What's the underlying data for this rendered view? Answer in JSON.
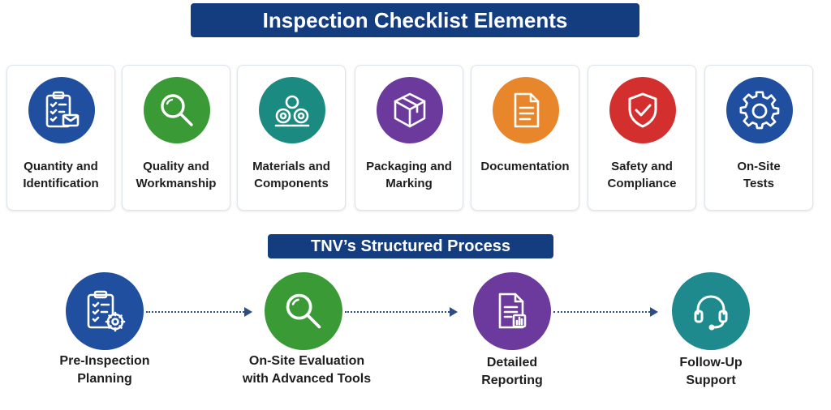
{
  "title": "Inspection Checklist Elements",
  "process_title": "TNV’s Structured Process",
  "checklist": [
    {
      "line1": "Quantity and",
      "line2": "Identification",
      "icon": "clipboard-mail-icon",
      "color": "#1f4f9e"
    },
    {
      "line1": "Quality and",
      "line2": "Workmanship",
      "icon": "magnifier-icon",
      "color": "#3a9b36"
    },
    {
      "line1": "Materials and",
      "line2": "Components",
      "icon": "materials-icon",
      "color": "#1b8a80"
    },
    {
      "line1": "Packaging and",
      "line2": "Marking",
      "icon": "box-icon",
      "color": "#6b3a9c"
    },
    {
      "line1": "Documentation",
      "line2": "",
      "icon": "document-icon",
      "color": "#e8862c"
    },
    {
      "line1": "Safety and",
      "line2": "Compliance",
      "icon": "shield-icon",
      "color": "#d32f2f"
    },
    {
      "line1": "On-Site",
      "line2": "Tests",
      "icon": "gear-icon",
      "color": "#1f4f9e"
    }
  ],
  "process": [
    {
      "line1": "Pre-Inspection",
      "line2": "Planning",
      "icon": "clipboard-gear-icon",
      "color": "#1f4f9e"
    },
    {
      "line1": "On-Site Evaluation",
      "line2": "with Advanced Tools",
      "icon": "magnifier-icon",
      "color": "#3a9b36"
    },
    {
      "line1": "Detailed",
      "line2": "Reporting",
      "icon": "report-icon",
      "color": "#6b3a9c"
    },
    {
      "line1": "Follow-Up",
      "line2": "Support",
      "icon": "headset-icon",
      "color": "#1f8a8e"
    }
  ]
}
